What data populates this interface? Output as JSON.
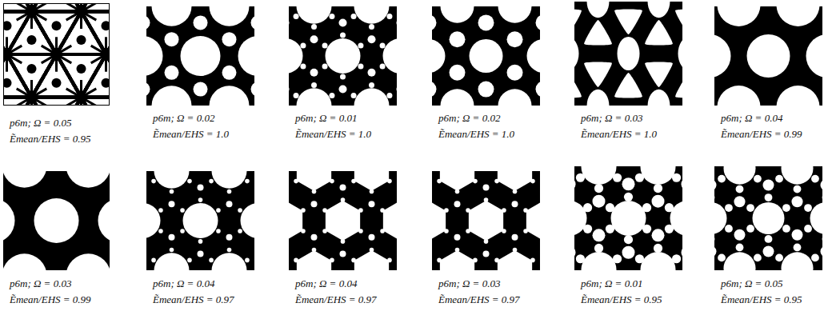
{
  "diagram": {
    "labels": [
      "p6m;  Ω = 0.05",
      "Ẽmean/EHS = 0.95",
      "p6m;  Ω = 0.02",
      "Ẽmean/EHS = 1.0",
      "p6m;  Ω = 0.01",
      "Ẽmean/EHS = 1.0",
      "p6m;  Ω = 0.02",
      "Ẽmean/EHS = 1.0",
      "p6m;  Ω = 0.03",
      "Ẽmean/EHS = 1.0",
      "p6m;  Ω = 0.04",
      "Ẽmean/EHS = 0.99",
      "p6m;  Ω = 0.03",
      "Ẽmean/EHS = 0.99",
      "p6m;  Ω = 0.04",
      "Ẽmean/EHS = 0.97",
      "p6m;  Ω = 0.04",
      "Ẽmean/EHS = 0.97",
      "p6m;  Ω = 0.03",
      "Ẽmean/EHS = 0.97",
      "p6m;  Ω = 0.01",
      "Ẽmean/EHS = 0.95",
      "p6m;  Ω = 0.05",
      "Ẽmean/EHS = 0.95"
    ]
  }
}
